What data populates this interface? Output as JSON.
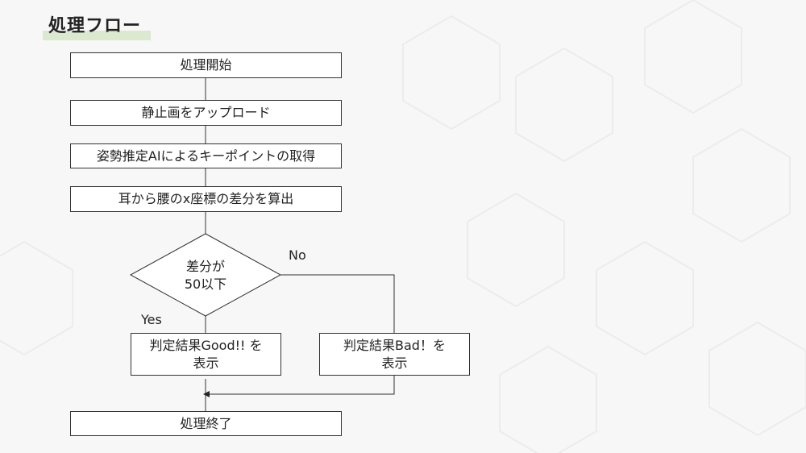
{
  "title": "処理フロー",
  "steps": {
    "start": "処理開始",
    "upload": "静止画をアップロード",
    "keypoints": "姿勢推定AIによるキーポイントの取得",
    "diff": "耳から腰のx座標の差分を算出",
    "decision_line1": "差分が",
    "decision_line2": "50以下",
    "good_line1": "判定結果Good!! を",
    "good_line2": "表示",
    "bad_line1": "判定結果Bad！を",
    "bad_line2": "表示",
    "end": "処理終了"
  },
  "labels": {
    "yes": "Yes",
    "no": "No"
  },
  "colors": {
    "title_highlight": "#dbe9cf",
    "stroke": "#333333"
  }
}
